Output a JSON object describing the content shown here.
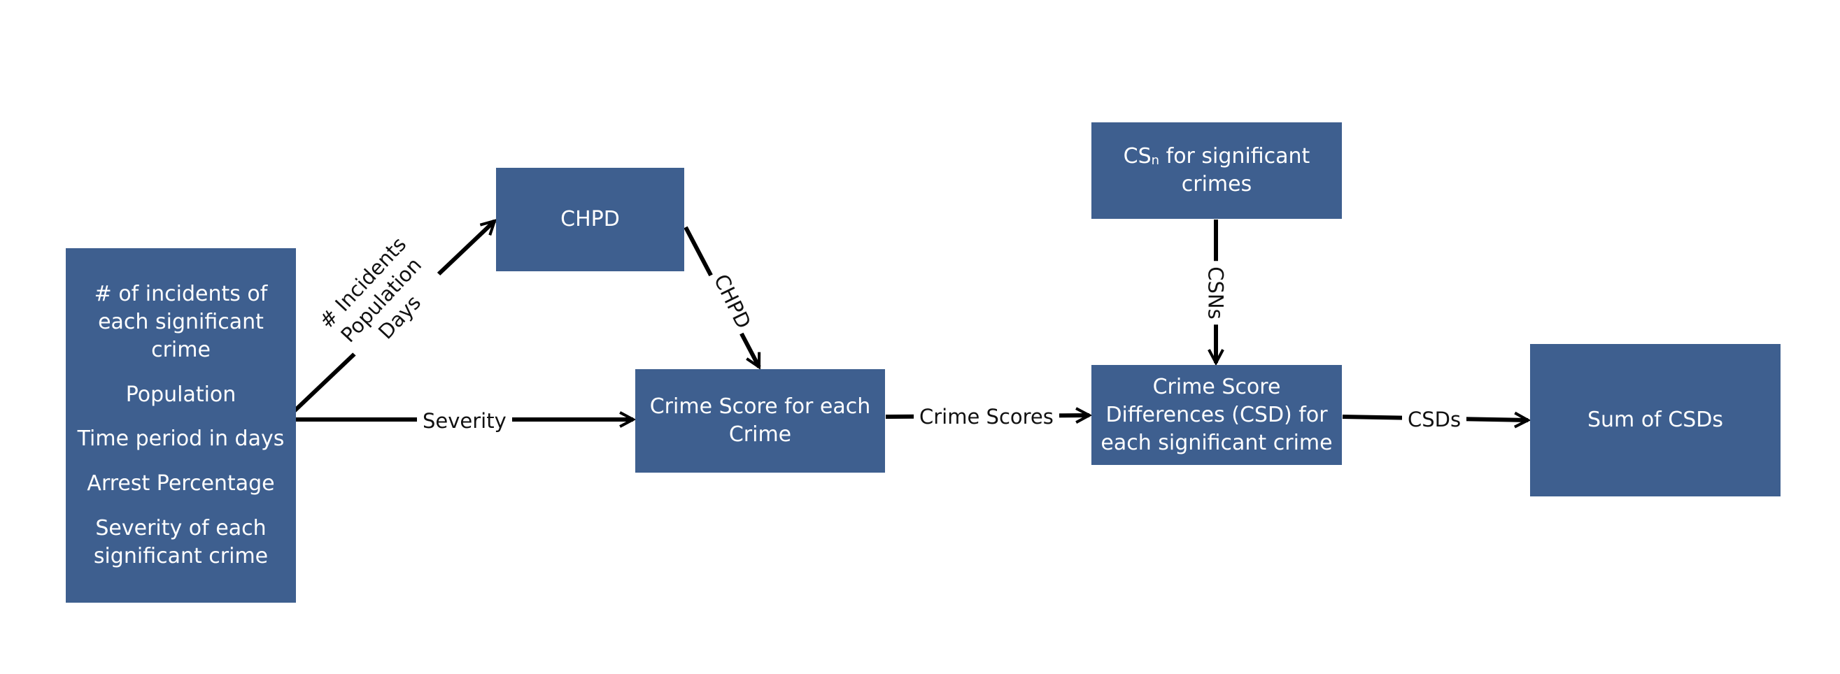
{
  "inputs": {
    "items": [
      "# of incidents of each significant crime",
      "Population",
      "Time period in days",
      "Arrest Percentage",
      "Severity of each significant crime"
    ]
  },
  "chpd_box": {
    "label": "CHPD"
  },
  "crime_score_box": {
    "label": "Crime Score for each Crime"
  },
  "csn_box": {
    "label_prefix": "CS",
    "label_sub": "n",
    "label_suffix": " for significant crimes"
  },
  "csd_box": {
    "label": "Crime Score Differences (CSD) for each significant crime"
  },
  "sum_box": {
    "label": "Sum of CSDs"
  },
  "edges": {
    "inputs_to_chpd": [
      "# Incidents",
      "Population",
      "Days"
    ],
    "inputs_to_crime_score": "Severity",
    "chpd_to_crime_score": "CHPD",
    "crime_score_to_csd": "Crime Scores",
    "csn_to_csd": "CSNs",
    "csd_to_sum": "CSDs"
  },
  "colors": {
    "box_fill": "#3e5f8f",
    "box_text": "#ffffff",
    "arrow": "#000000"
  }
}
